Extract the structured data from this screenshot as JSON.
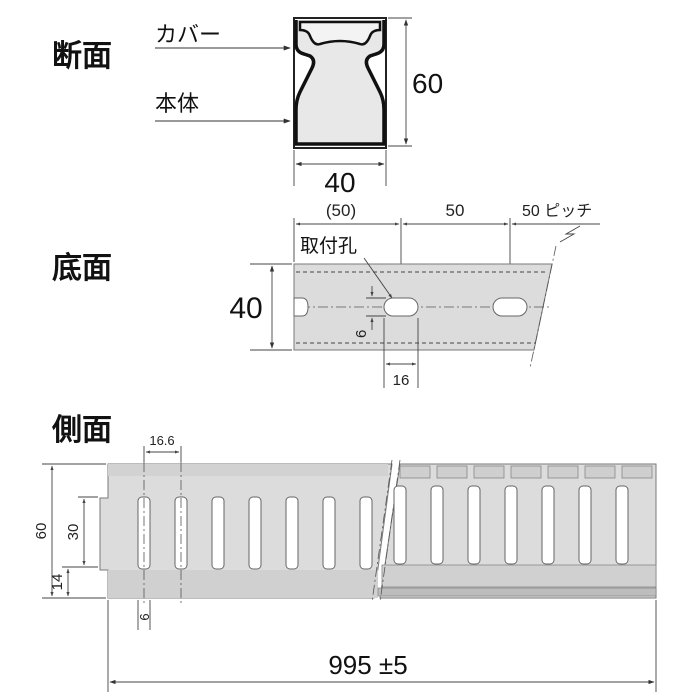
{
  "colors": {
    "panel_fill": "#dcdcdc",
    "line": "#333333"
  },
  "cross_section": {
    "title": "断面",
    "cover_label": "カバー",
    "body_label": "本体",
    "height": "60",
    "width": "40"
  },
  "bottom_view": {
    "title": "底面",
    "first_pitch": "(50)",
    "pitch": "50",
    "pitch_note": "50 ピッチ",
    "hole_label": "取付孔",
    "width": "40",
    "slot_width": "6",
    "slot_length": "16"
  },
  "side_view": {
    "title": "側面",
    "slot_pitch": "16.6",
    "height": "60",
    "inner_height": "30",
    "bottom_height": "14",
    "slot_width": "6",
    "length": "995 ±5"
  }
}
